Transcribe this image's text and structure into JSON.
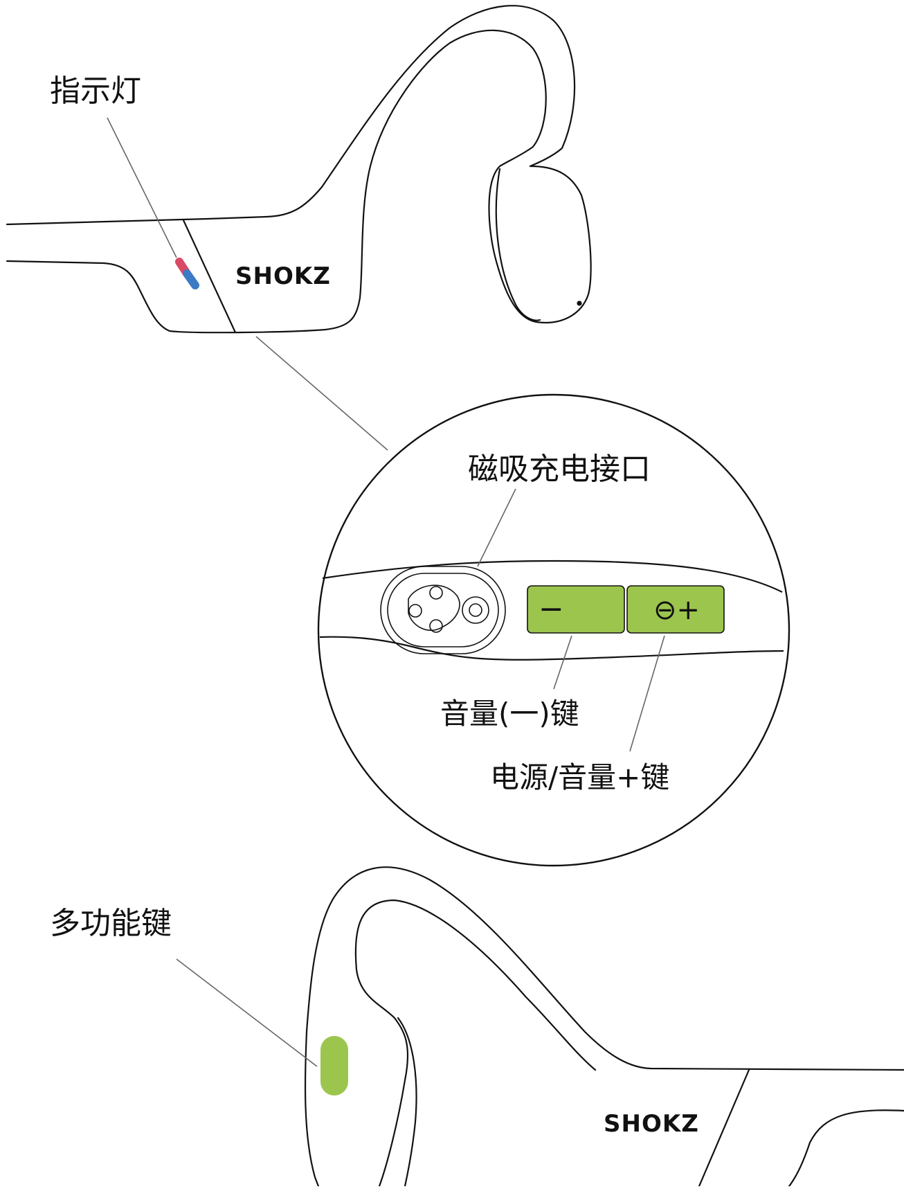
{
  "labels": {
    "indicator": "指示灯",
    "charging_port": "磁吸充电接口",
    "volume_minus_key": "音量(一)键",
    "power_volume_plus_key": "电源/音量+键",
    "multifunction_key": "多功能键"
  },
  "brand": {
    "logo_text": "SHOKZ"
  },
  "buttons": {
    "minus_symbol": "−",
    "plus_symbol": "⊖+"
  },
  "colors": {
    "button_green": "#9cc54e",
    "led_red": "#d94a66",
    "led_blue": "#3c7bc4",
    "outline": "#111111"
  }
}
